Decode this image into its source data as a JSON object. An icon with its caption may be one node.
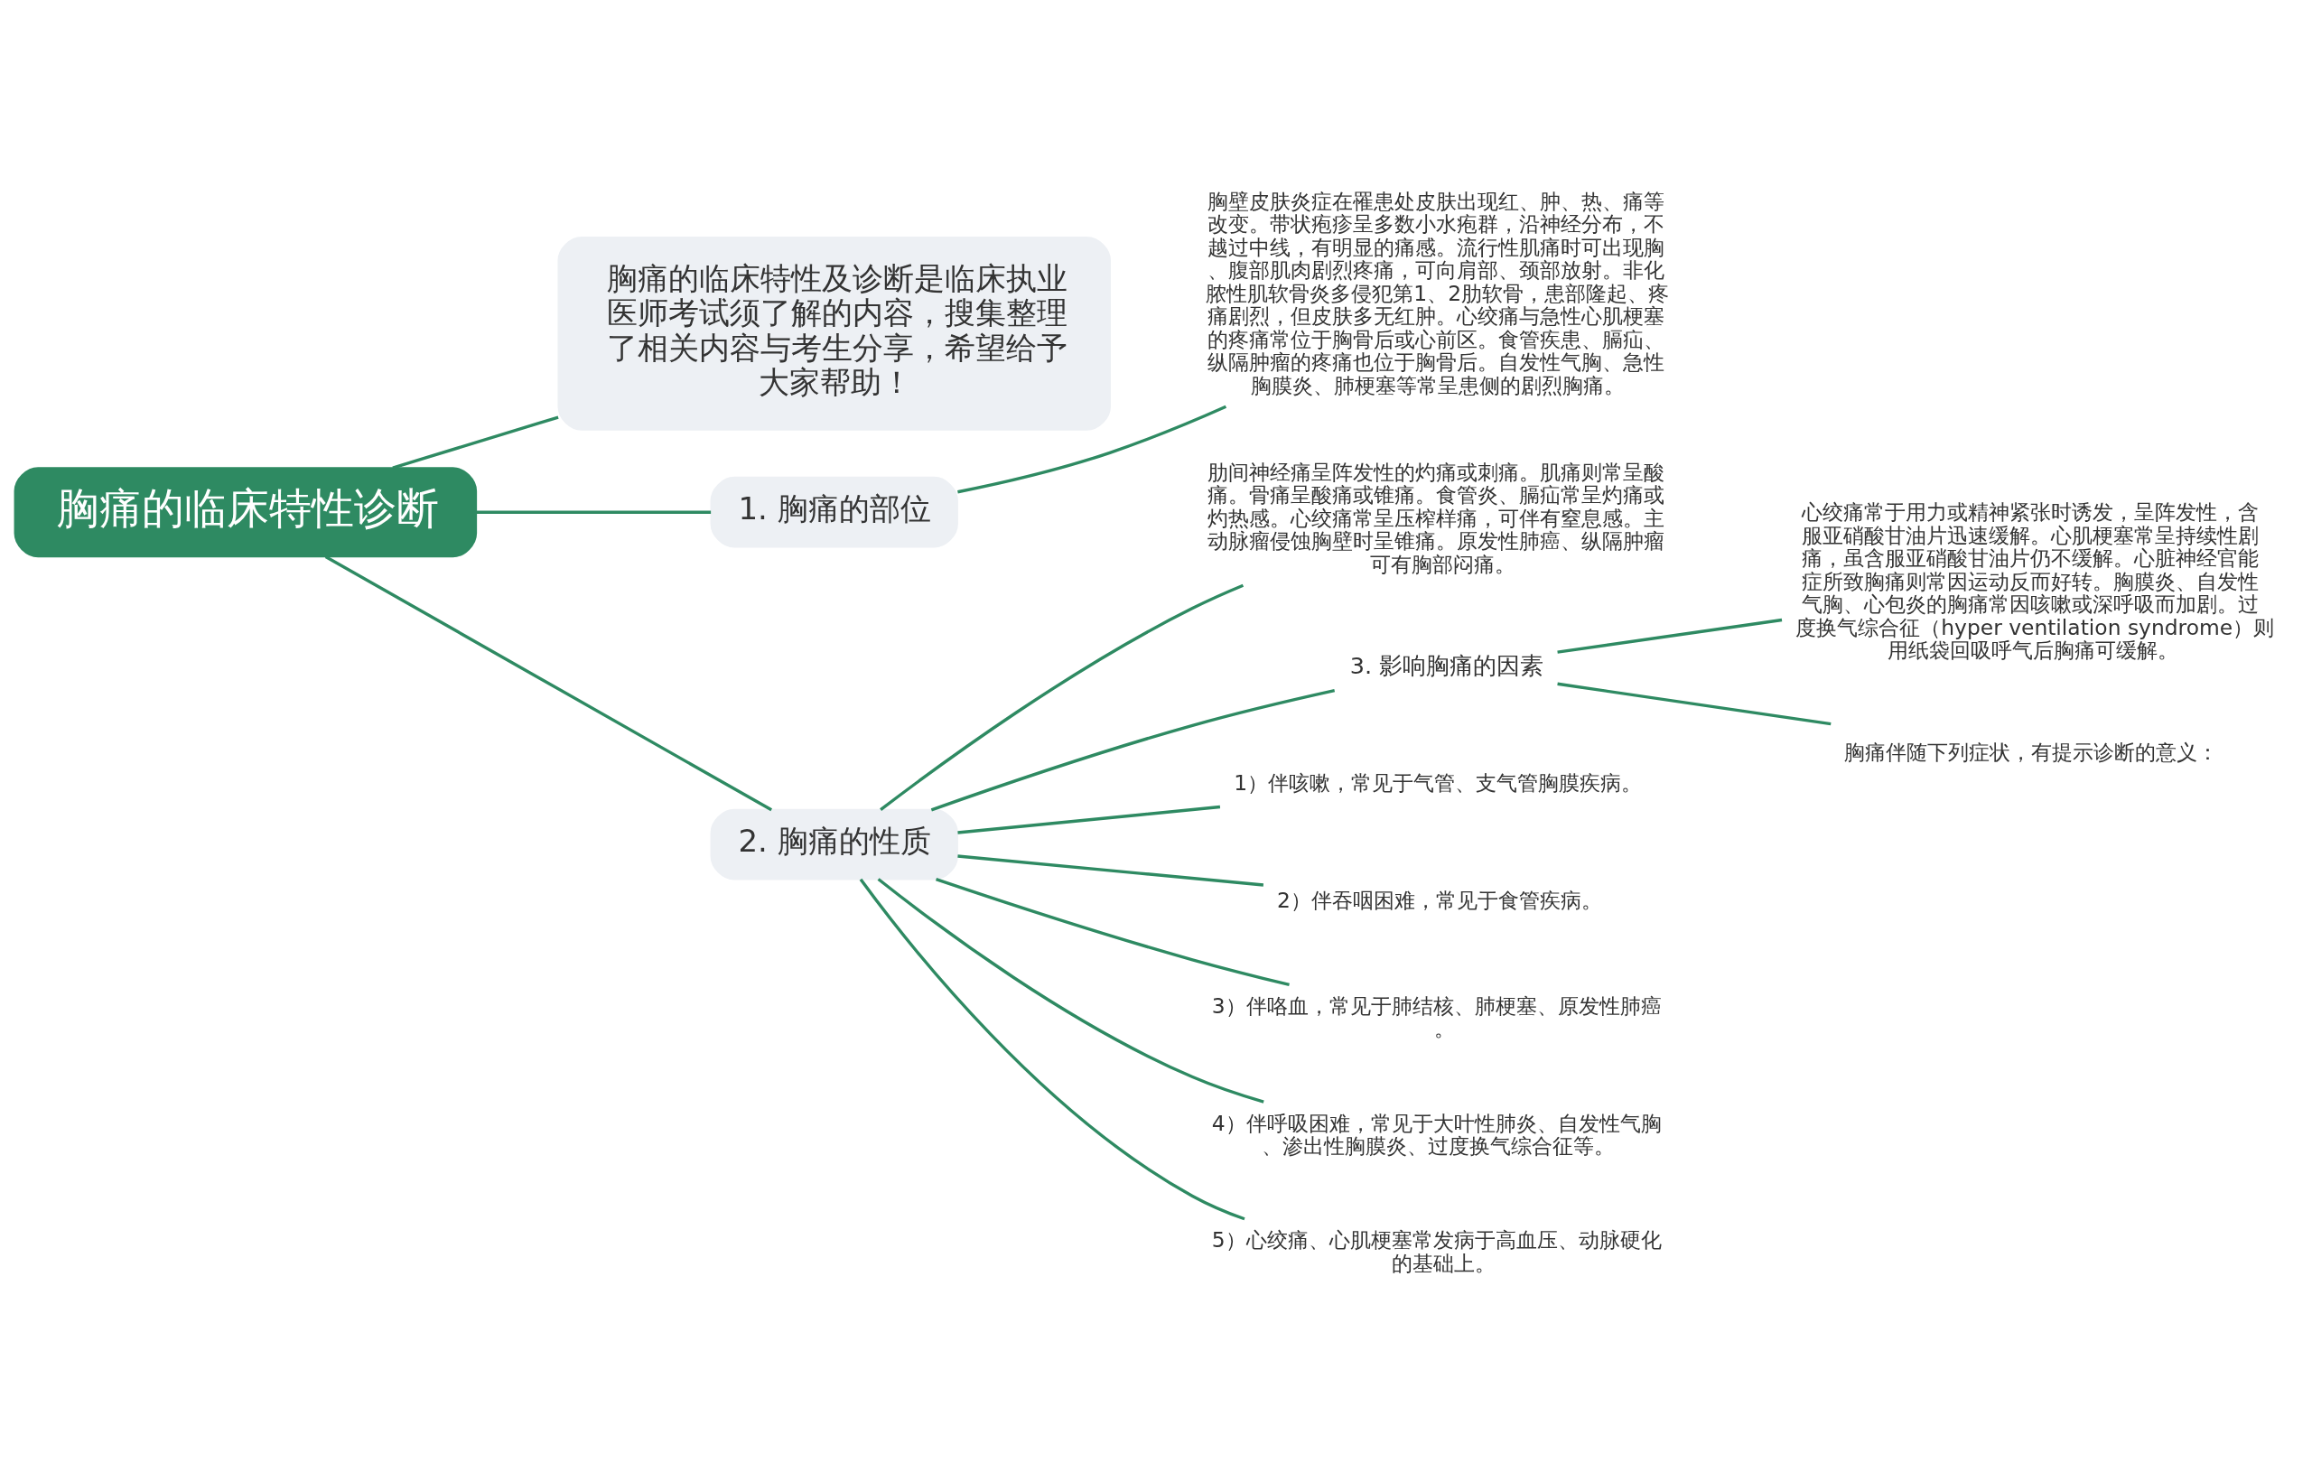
{
  "diagram": {
    "nodes": [
      {
        "text": [
          "胸痛的临床特性诊断"
        ]
      },
      {
        "text": [
          "胸痛的临床特性及诊断是临床执业医师考试须了解的内容，搜集整理了相关内容与考生分享，希望给予大家帮助！"
        ]
      },
      {
        "text": [
          "1. 胸痛的部位"
        ]
      },
      {
        "text": [
          "胸壁皮肤炎症在罹患处皮肤出现红、肿、热、痛等改变。带状疱疹呈多数小水疱群，沿神经分布，不越过中线，有明显的痛感。流行性肌痛时可出现胸、腹部肌肉剧烈疼痛，可向肩部、颈部放射。非化脓性肌软骨炎多侵犯第1、2肋软骨，患部隆起、疼痛剧烈，但皮肤多无红肿。心绞痛与急性心肌梗塞的疼痛常位于胸骨后或心前区。食管疾患、膈疝、纵隔肿瘤的疼痛也位于胸骨后。自发性气胸、急性胸膜炎、肺梗塞等常呈患侧的剧烈胸痛。"
        ]
      },
      {
        "text": [
          "2. 胸痛的性质"
        ]
      },
      {
        "text": [
          "肋间神经痛呈阵发性的灼痛或刺痛。肌痛则常呈酸痛。骨痛呈酸痛或锥痛。食管炎、膈疝常呈灼痛或灼热感。心绞痛常呈压榨样痛，可伴有窒息感。主动脉瘤侵蚀胸壁时呈锥痛。原发性肺癌、纵隔肿瘤可有胸部闷痛。"
        ]
      },
      {
        "text": [
          "3. 影响胸痛的因素"
        ]
      },
      {
        "text": [
          "心绞痛常于用力或精神紧张时诱发，呈阵发性，含服亚硝酸甘油片迅速缓解。心肌梗塞常呈持续性剧痛，虽含服亚硝酸甘油片仍不缓解。心脏神经官能症所致胸痛则常因运动反而好转。胸膜炎、自发性气胸、心包炎的胸痛常因咳嗽或深呼吸而加剧。过度换气综合征（hyper ventilation syndrome）则用纸袋回吸呼气后胸痛可缓解。"
        ]
      },
      {
        "text": [
          "胸痛伴随下列症状，有提示诊断的意义："
        ]
      },
      {
        "text": [
          "1）伴咳嗽，常见于气管、支气管胸膜疾病。"
        ]
      },
      {
        "text": [
          "2）伴吞咽困难，常见于食管疾病。"
        ]
      },
      {
        "text": [
          "3）伴咯血，常见于肺结核、肺梗塞、原发性肺癌。"
        ]
      },
      {
        "text": [
          "4）伴呼吸困难，常见于大叶性肺炎、自发性气胸、渗出性胸膜炎、过度换气综合征等。"
        ]
      },
      {
        "text": [
          "5）心绞痛、心肌梗塞常发病于高血压、动脉硬化的基础上。"
        ]
      }
    ],
    "edges": [
      {
        "from": 0,
        "to": 1,
        "arrow": "none"
      },
      {
        "from": 0,
        "to": 2,
        "arrow": "none"
      },
      {
        "from": 2,
        "to": 3,
        "arrow": "none"
      },
      {
        "from": 0,
        "to": 4,
        "arrow": "none"
      },
      {
        "from": 4,
        "to": 5,
        "arrow": "none"
      },
      {
        "from": 4,
        "to": 6,
        "arrow": "none"
      },
      {
        "from": 6,
        "to": 7,
        "arrow": "none"
      },
      {
        "from": 6,
        "to": 8,
        "arrow": "none"
      },
      {
        "from": 4,
        "to": 9,
        "arrow": "none"
      },
      {
        "from": 4,
        "to": 10,
        "arrow": "none"
      },
      {
        "from": 4,
        "to": 11,
        "arrow": "none"
      },
      {
        "from": 4,
        "to": 12,
        "arrow": "none"
      },
      {
        "from": 4,
        "to": 13,
        "arrow": "none"
      }
    ]
  }
}
